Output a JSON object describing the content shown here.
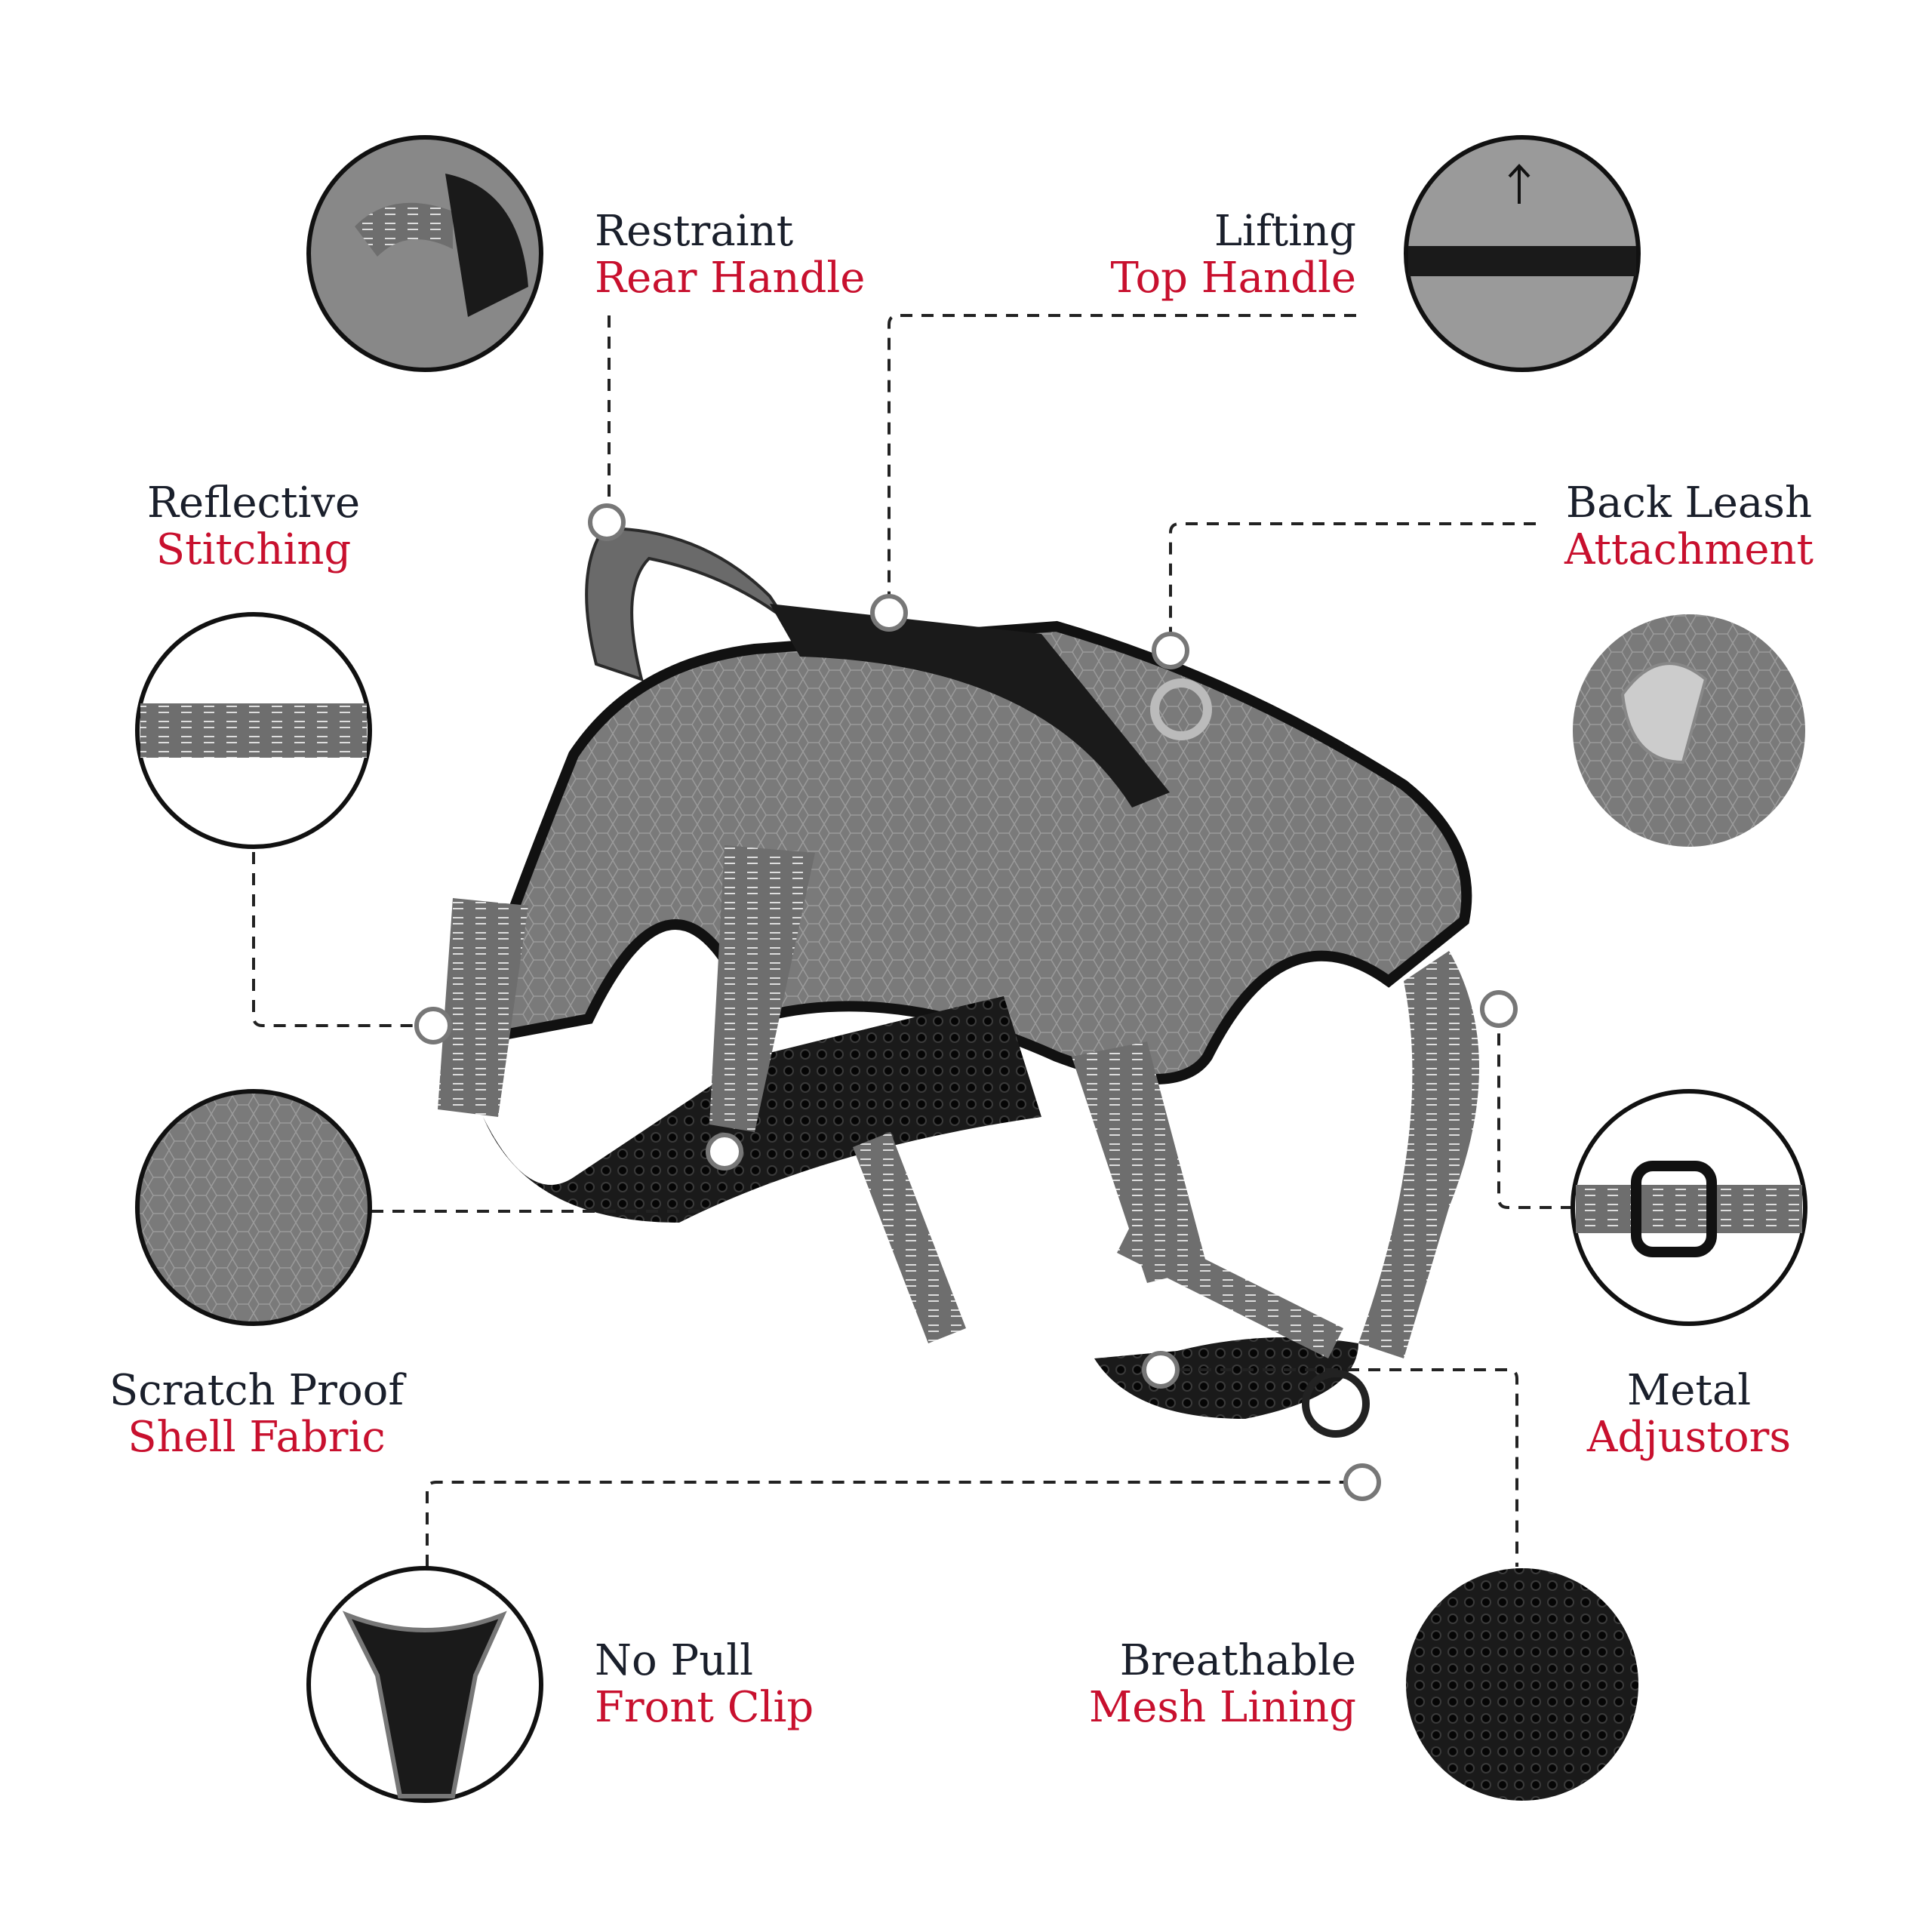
{
  "features": [
    {
      "line1": "Restraint",
      "line2": "Rear Handle"
    },
    {
      "line1": "Lifting",
      "line2": "Top Handle"
    },
    {
      "line1": "Reflective",
      "line2": "Stitching"
    },
    {
      "line1": "Back Leash",
      "line2": "Attachment"
    },
    {
      "line1": "Scratch Proof",
      "line2": "Shell Fabric"
    },
    {
      "line1": "Metal",
      "line2": "Adjustors"
    },
    {
      "line1": "No Pull",
      "line2": "Front Clip"
    },
    {
      "line1": "Breathable",
      "line2": "Mesh Lining"
    }
  ],
  "colors": {
    "heading": "#1a1f2b",
    "accent": "#c8102e",
    "harness": "#6b6b6b",
    "lining": "#141414"
  }
}
